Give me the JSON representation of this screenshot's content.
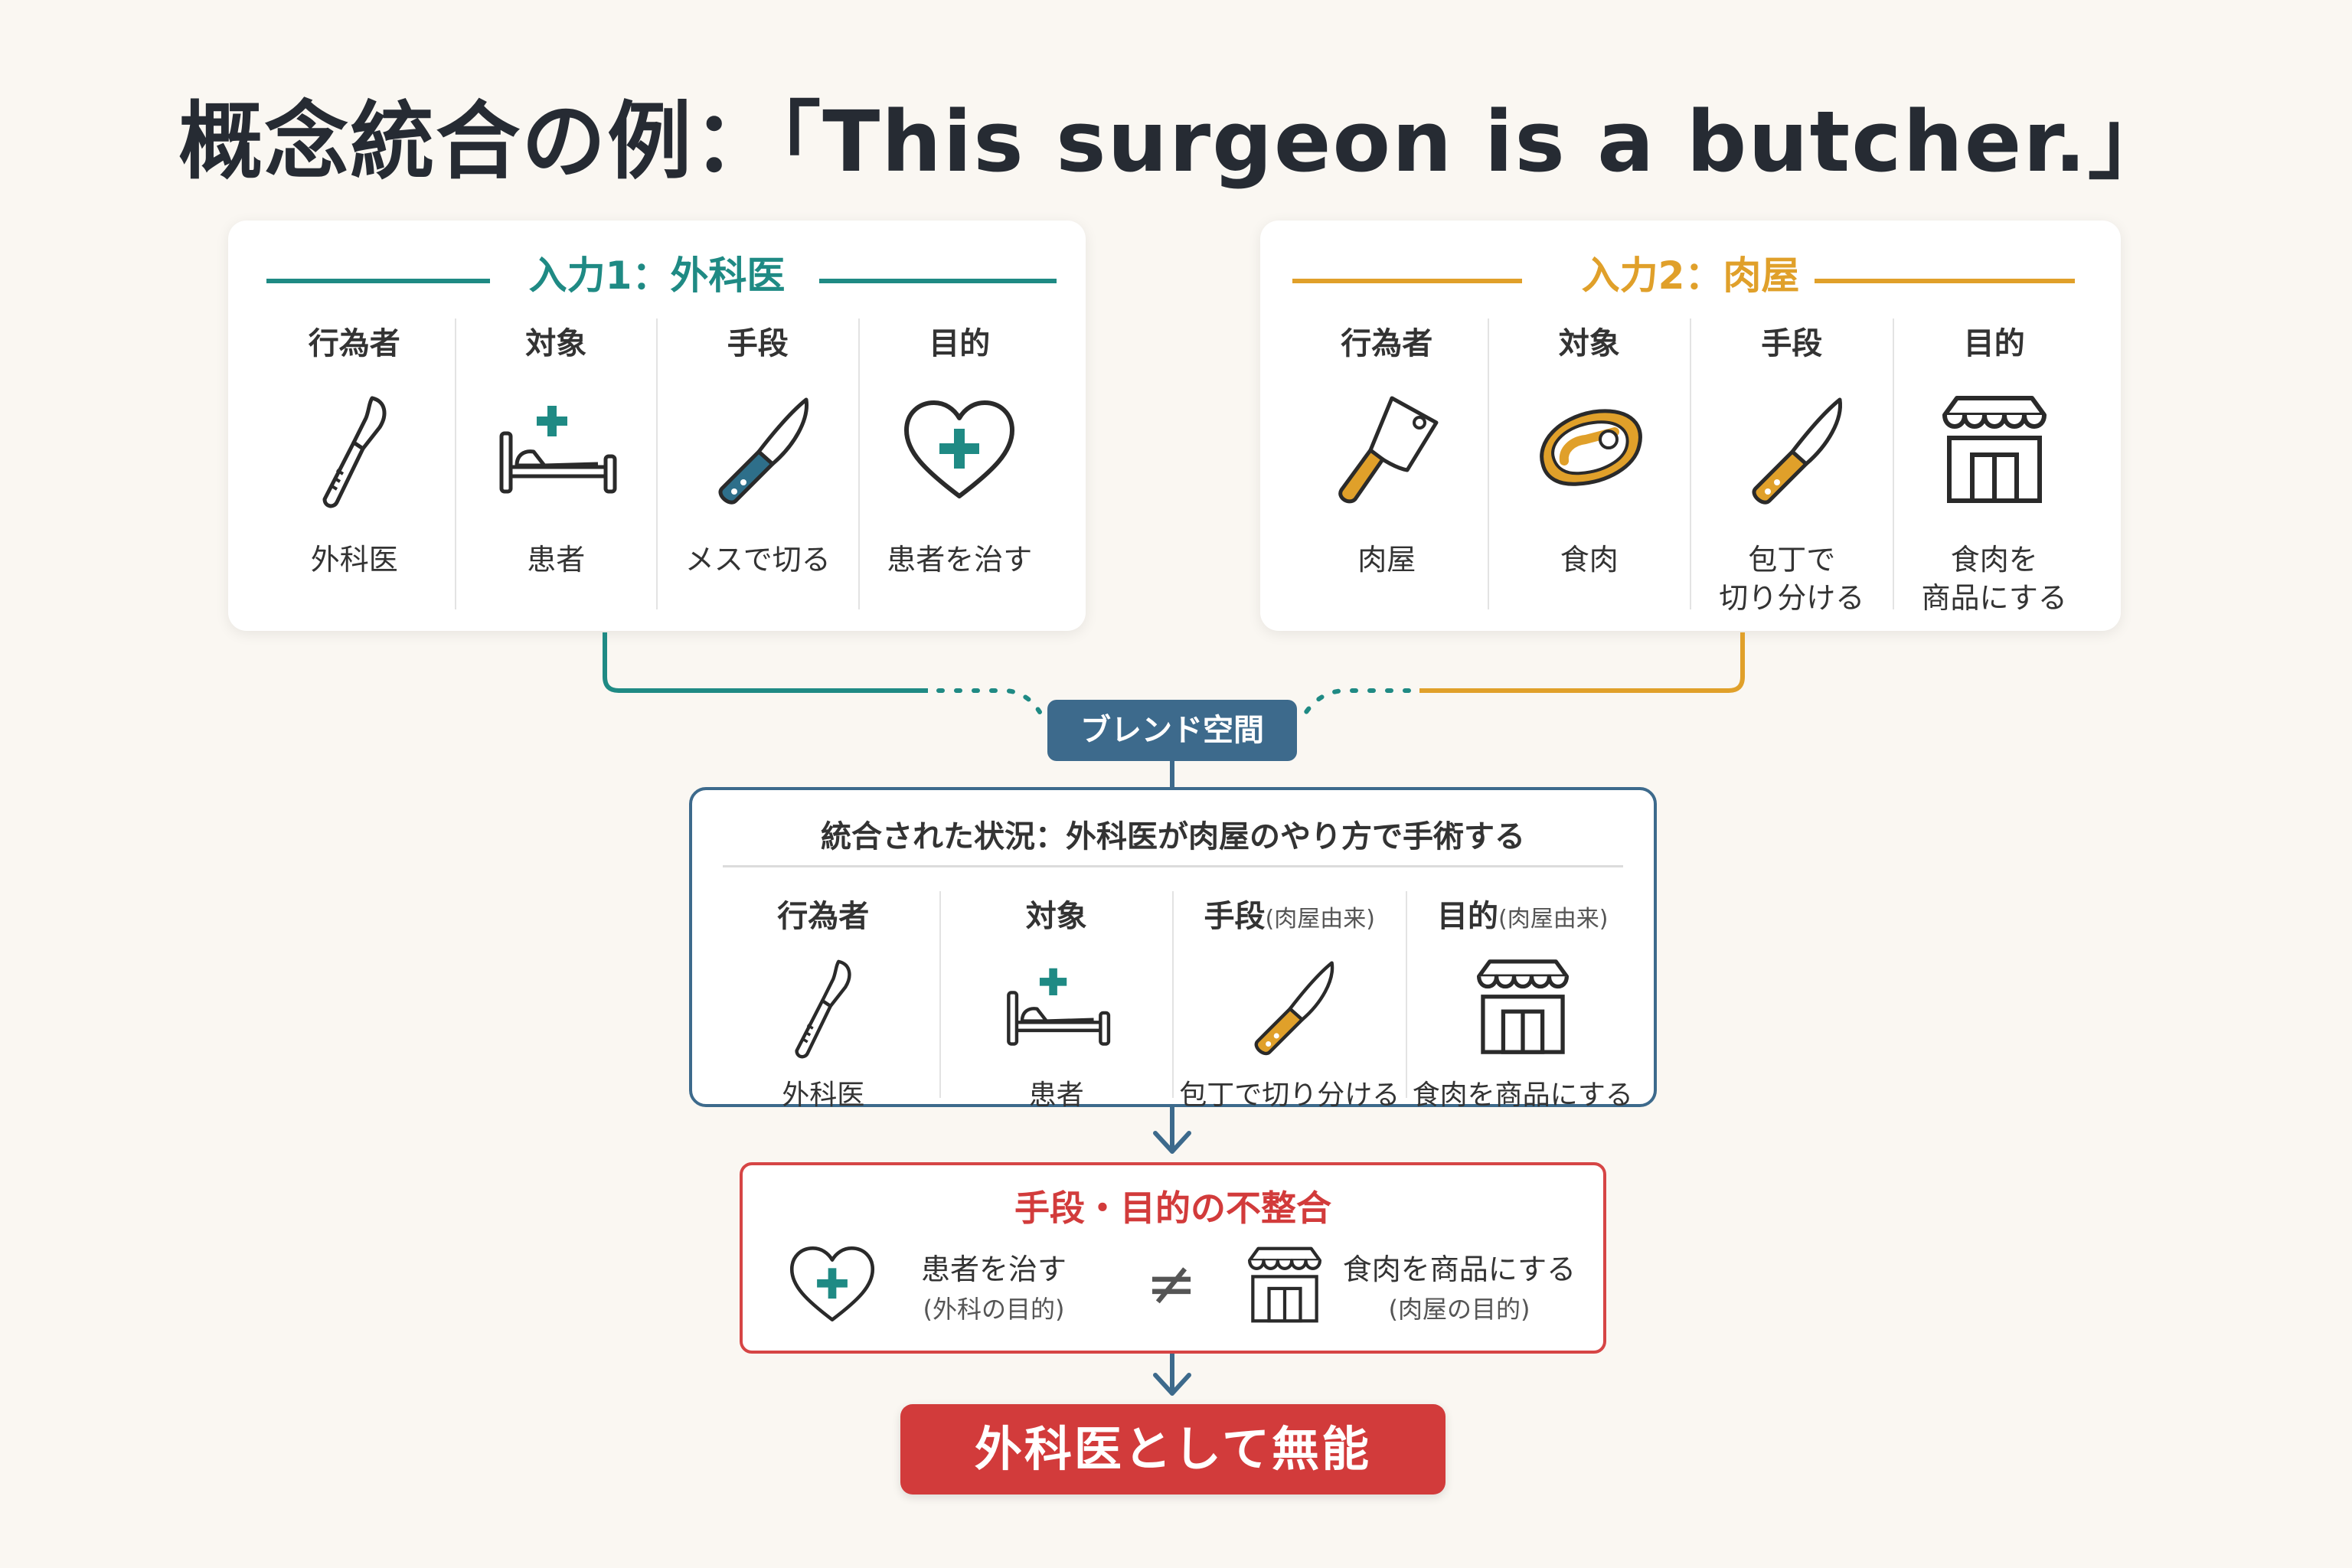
{
  "title": "概念統合の例：「This surgeon is a butcher.」",
  "colors": {
    "teal": "#1f8a84",
    "orange": "#e0a02a",
    "blue": "#3d6a8c",
    "red": "#d23b3b"
  },
  "input1": {
    "label": "入力1：外科医",
    "columns": [
      {
        "header": "行為者",
        "icon": "scalpel-icon",
        "footer": "外科医"
      },
      {
        "header": "対象",
        "icon": "hospital-bed-icon",
        "footer": "患者"
      },
      {
        "header": "手段",
        "icon": "knife-icon",
        "footer": "メスで切る"
      },
      {
        "header": "目的",
        "icon": "heart-cross-icon",
        "footer": "患者を治す"
      }
    ]
  },
  "input2": {
    "label": "入力2：肉屋",
    "columns": [
      {
        "header": "行為者",
        "icon": "cleaver-icon",
        "footer": "肉屋"
      },
      {
        "header": "対象",
        "icon": "meat-icon",
        "footer": "食肉"
      },
      {
        "header": "手段",
        "icon": "kitchen-knife-icon",
        "footer_line1": "包丁で",
        "footer_line2": "切り分ける"
      },
      {
        "header": "目的",
        "icon": "shop-icon",
        "footer_line1": "食肉を",
        "footer_line2": "商品にする"
      }
    ]
  },
  "blend": {
    "label": "ブレンド空間",
    "title": "統合された状況：外科医が肉屋のやり方で手術する",
    "columns": [
      {
        "header": "行為者",
        "icon": "scalpel-icon",
        "footer": "外科医"
      },
      {
        "header": "対象",
        "icon": "hospital-bed-icon",
        "footer": "患者"
      },
      {
        "header": "手段",
        "sub": "(肉屋由来)",
        "icon": "kitchen-knife-icon",
        "footer": "包丁で切り分ける"
      },
      {
        "header": "目的",
        "sub": "(肉屋由来)",
        "icon": "shop-icon",
        "footer": "食肉を商品にする"
      }
    ]
  },
  "mismatch": {
    "title": "手段・目的の不整合",
    "left": {
      "icon": "heart-cross-icon",
      "text": "患者を治す",
      "sub": "(外科の目的)"
    },
    "symbol": "≠",
    "right": {
      "icon": "shop-icon",
      "text": "食肉を商品にする",
      "sub": "(肉屋の目的)"
    }
  },
  "result": "外科医として無能"
}
